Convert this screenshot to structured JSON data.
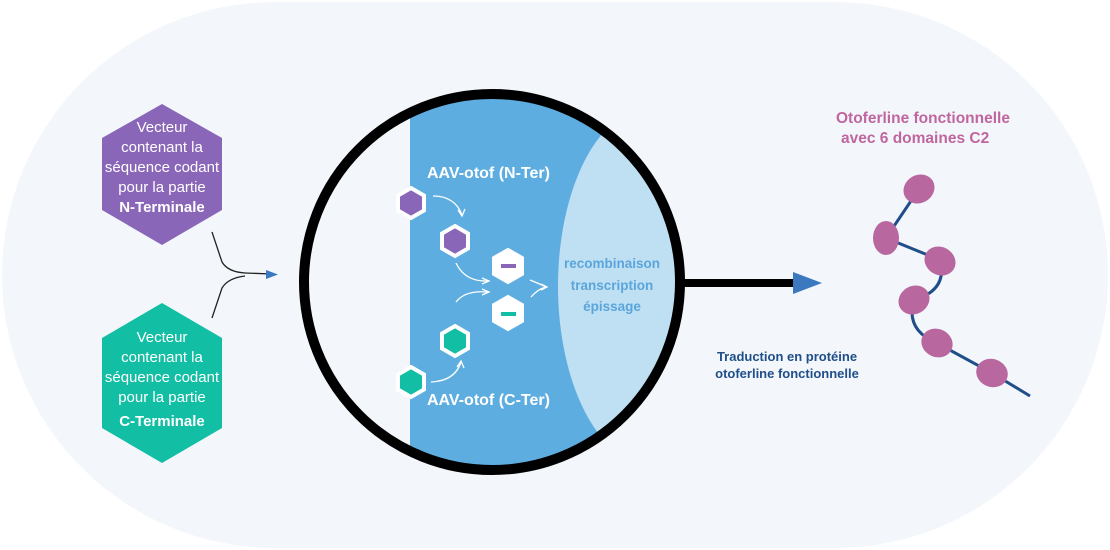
{
  "vector_n": {
    "lines": [
      "Vecteur",
      "contenant la",
      "séquence codant",
      "pour la partie"
    ],
    "bold": "N-Terminale"
  },
  "vector_c": {
    "lines": [
      "Vecteur",
      "contenant la",
      "séquence codant",
      "pour la partie"
    ],
    "bold": "C-Terminale"
  },
  "cell": {
    "label_n": "AAV-otof (N-Ter)",
    "label_c": "AAV-otof (C-Ter)",
    "processes": [
      "recombinaison",
      "transcription",
      "épissage"
    ]
  },
  "translation": {
    "lines": [
      "Traduction en protéine",
      "otoferline fonctionnelle"
    ]
  },
  "result": {
    "lines": [
      "Otoferline fonctionnelle",
      "avec 6 domaines C2"
    ]
  },
  "colors": {
    "purple": "#8a66b9",
    "teal": "#12bea4",
    "cell_blue": "#5eade0",
    "nucleus": "#bfdff2",
    "navy": "#1f4e89",
    "pink": "#c0669f",
    "bead": "#b9679f"
  }
}
